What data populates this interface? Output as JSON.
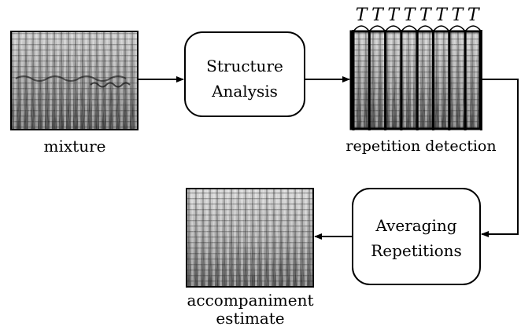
{
  "nodes": {
    "mixture": {
      "label": "mixture"
    },
    "structure_analysis": {
      "line1": "Structure",
      "line2": "Analysis"
    },
    "repetition_detection": {
      "label": "repetition detection",
      "period_label": "T",
      "period_count": 8
    },
    "averaging_repetitions": {
      "line1": "Averaging",
      "line2": "Repetitions"
    },
    "accompaniment_estimate": {
      "line1": "accompaniment",
      "line2": "estimate"
    }
  },
  "colors": {
    "stroke": "#000000",
    "background": "#ffffff"
  }
}
